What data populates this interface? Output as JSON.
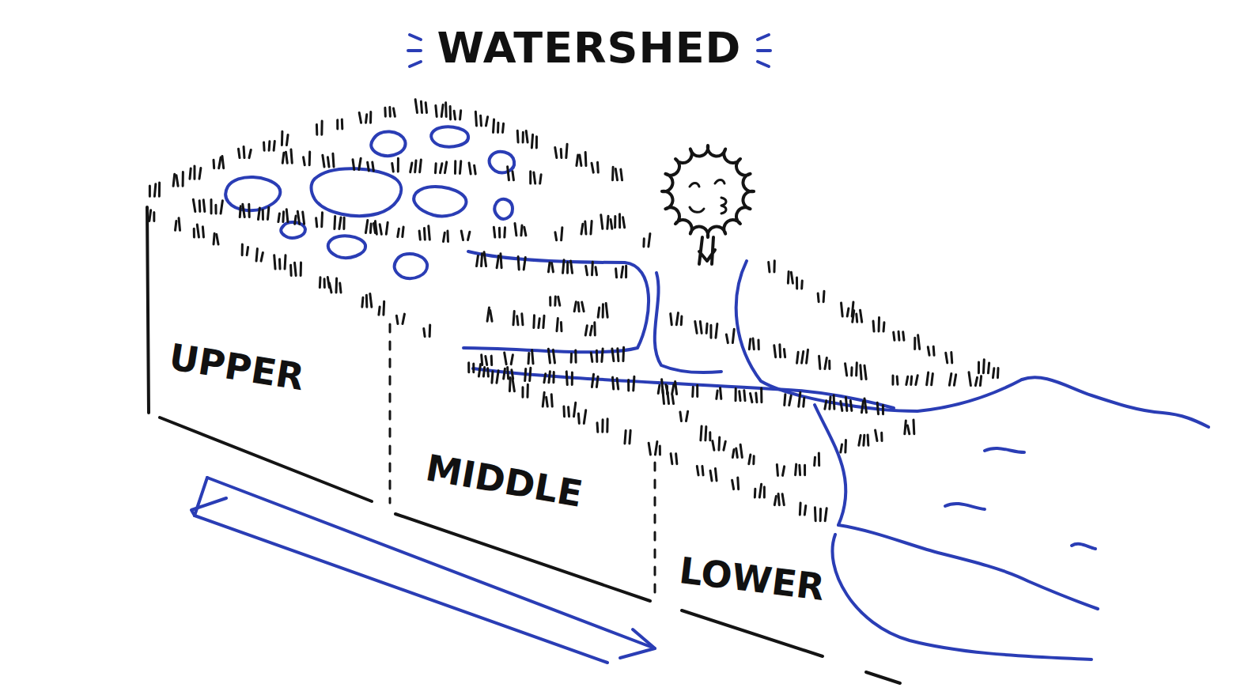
{
  "diagram": {
    "title": "WATERSHED",
    "labels": [
      "UPPER",
      "MIDDLE",
      "LOWER"
    ]
  }
}
